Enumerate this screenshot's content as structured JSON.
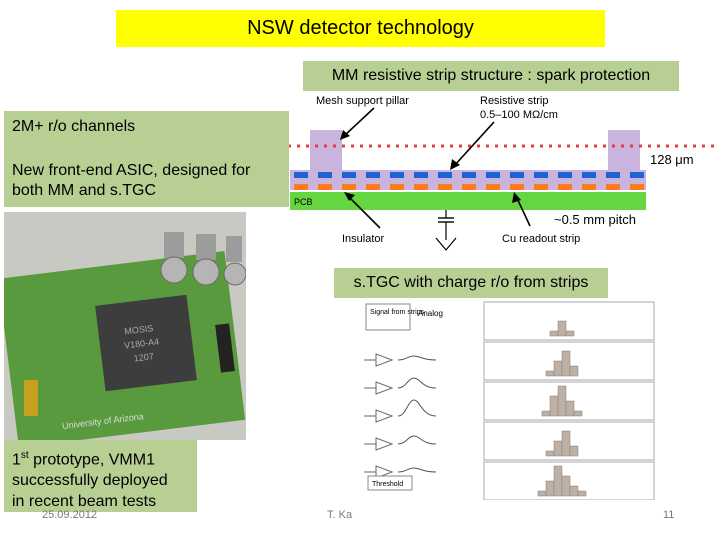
{
  "title": "NSW detector technology",
  "mm_section": {
    "label": "MM resistive strip structure : spark protection",
    "diagram": {
      "mesh_pillar": "Mesh support pillar",
      "resistive_strip": "Resistive strip",
      "resistivity": "0.5–100 MΩ/cm",
      "pcb": "PCB",
      "insulator": "Insulator",
      "readout_strip": "Cu readout strip",
      "width": "128 μm",
      "pitch": "~0.5 mm pitch"
    }
  },
  "channels_box": {
    "line1": "2M+ r/o channels",
    "line2": "New front-end ASIC, designed for both MM and s.TGC"
  },
  "stgc_section": {
    "label": "s.TGC with charge r/o from strips",
    "signal_label": "Signal from strips",
    "analog_label": "Analog",
    "threshold_label": "Threshold"
  },
  "prototype_box": {
    "ordinal_num": "1",
    "ordinal_sup": "st",
    "line1_rest": " prototype, VMM1",
    "line2": "successfully deployed",
    "line3": "in recent beam tests"
  },
  "board_photo": {
    "chip_line1": "MOSIS",
    "chip_line2": "V180-A4",
    "chip_line3": "1207",
    "board_text": "University of Arizona"
  },
  "footer": {
    "date": "25.09.2012",
    "author": "T. Ka",
    "page": "11"
  },
  "colors": {
    "title_bg": "#ffff00",
    "box_bg": "#b8cf94",
    "pcb_green": "#66d640",
    "pillar": "#c8b4dc",
    "strip_blue": "#1e64d2",
    "strip_orange": "#ff7a1a",
    "mesh_red": "#e04040"
  }
}
